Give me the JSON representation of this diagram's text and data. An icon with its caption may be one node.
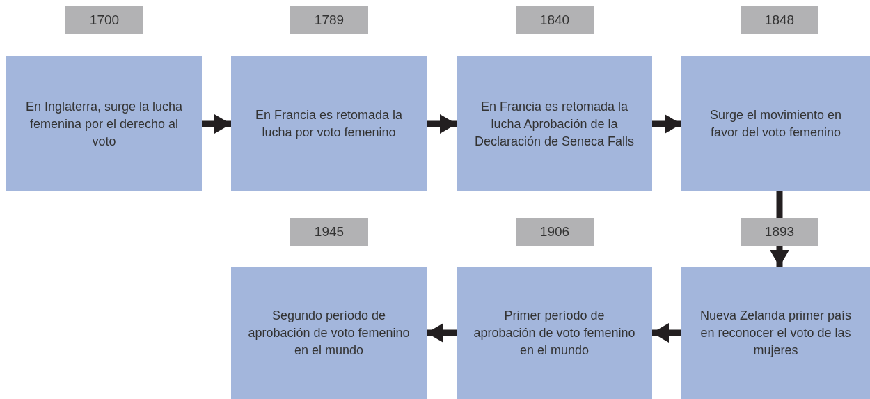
{
  "diagram": {
    "nodes": [
      {
        "text": [
          "1700"
        ]
      },
      {
        "text": [
          "1789"
        ]
      },
      {
        "text": [
          "1840"
        ]
      },
      {
        "text": [
          "1848"
        ]
      },
      {
        "text": [
          "En Inglaterra, surge la lucha femenina por el derecho al voto"
        ]
      },
      {
        "text": [
          "En Francia es retomada la lucha por voto femenino"
        ]
      },
      {
        "text": [
          "En Francia es retomada la lucha Aprobación de la Declaración de Seneca Falls"
        ]
      },
      {
        "text": [
          "Surge el movimiento en favor del voto femenino"
        ]
      },
      {
        "text": [
          "1945"
        ]
      },
      {
        "text": [
          "1906"
        ]
      },
      {
        "text": [
          "1893"
        ]
      },
      {
        "text": [
          "Segundo período de aprobación de voto femenino en el mundo"
        ]
      },
      {
        "text": [
          "Primer período de aprobación de voto femenino en el mundo"
        ]
      },
      {
        "text": [
          "Nueva Zelanda primer país en reconocer el voto de las mujeres"
        ]
      }
    ],
    "edges": [
      {
        "from": 4,
        "to": 5,
        "arrow": "to"
      },
      {
        "from": 5,
        "to": 6,
        "arrow": "to"
      },
      {
        "from": 6,
        "to": 7,
        "arrow": "to"
      },
      {
        "from": 7,
        "to": 10,
        "arrow": "none"
      },
      {
        "from": 10,
        "to": 13,
        "arrow": "to"
      },
      {
        "from": 13,
        "to": 12,
        "arrow": "to"
      },
      {
        "from": 12,
        "to": 11,
        "arrow": "to"
      }
    ]
  }
}
